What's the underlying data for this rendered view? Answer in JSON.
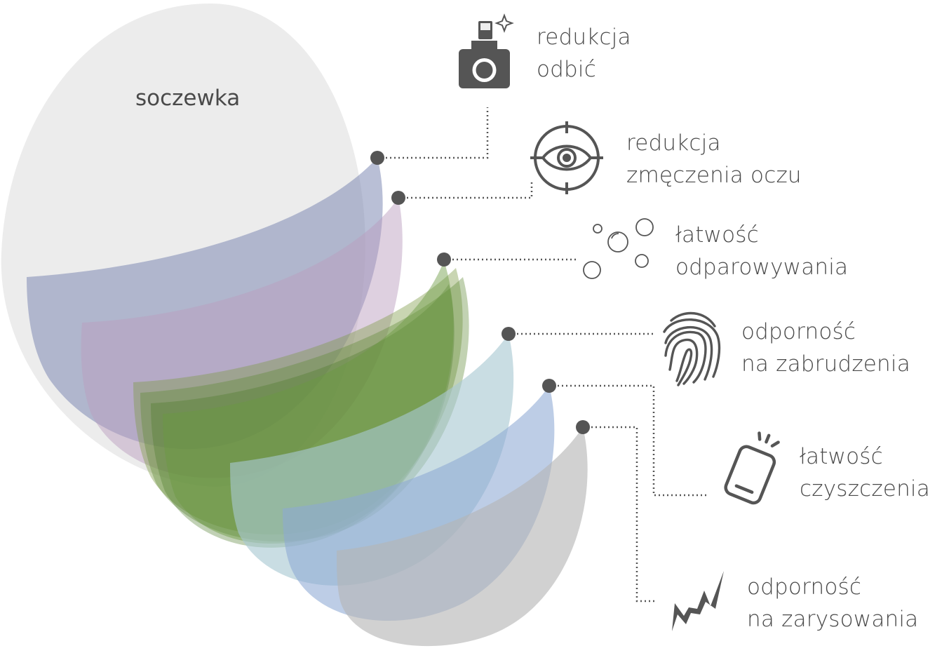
{
  "lens_label": "soczewka",
  "features": [
    {
      "id": "reflection",
      "line1": "redukcja",
      "line2": "odbić",
      "icon": "camera-flash-icon"
    },
    {
      "id": "eye-fatigue",
      "line1": "redukcja",
      "line2": "zmęczenia oczu",
      "icon": "eye-target-icon"
    },
    {
      "id": "fog",
      "line1": "łatwość",
      "line2": "odparowywania",
      "icon": "bubbles-icon"
    },
    {
      "id": "smudge",
      "line1": "odporność",
      "line2": "na zabrudzenia",
      "icon": "fingerprint-icon"
    },
    {
      "id": "cleaning",
      "line1": "łatwość",
      "line2": "czyszczenia",
      "icon": "shiny-phone-icon"
    },
    {
      "id": "scratch",
      "line1": "odporność",
      "line2": "na zarysowania",
      "icon": "scratch-icon"
    }
  ],
  "colors": {
    "lens": "#ececec",
    "layer_blue_gray": "#8a94b8",
    "layer_mauve": "#c8b4cc",
    "layer_green": "#7a9a4a",
    "layer_teal": "#a8c8d0",
    "layer_blue": "#9ab4d8",
    "layer_gray": "#c8c8c8",
    "connector": "#555555",
    "icon": "#555555",
    "text": "#4a4a4a"
  }
}
